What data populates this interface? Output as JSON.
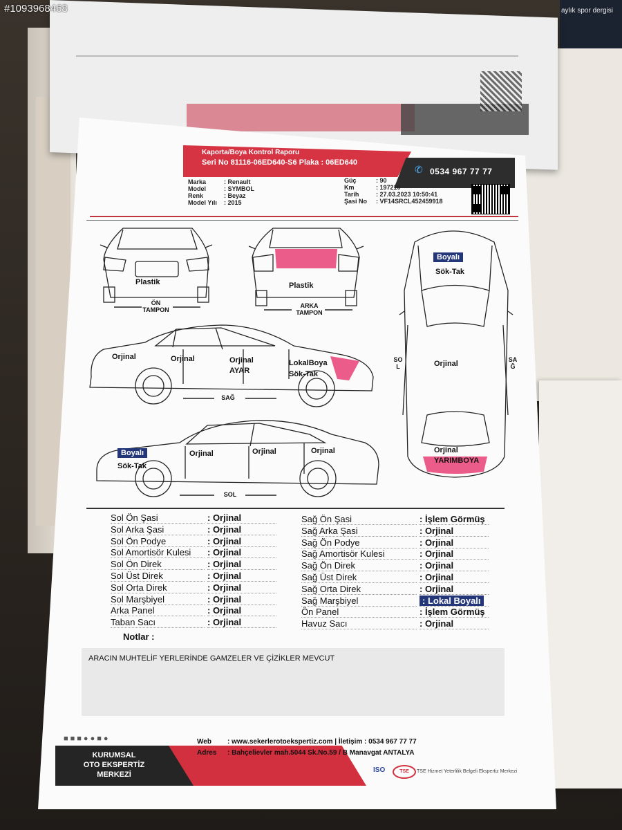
{
  "photo_id": "#1093968468",
  "magazine_corner": "aylık spor dergisi",
  "report": {
    "title": "Kaporta/Boya Kontrol Raporu",
    "serial": "Seri No 81116-06ED640-S6 Plaka : 06ED640",
    "phone": "0534 967 77 77",
    "marka_label": "Marka",
    "marka": ": Renault",
    "model_label": "Model",
    "model": ": SYMBOL",
    "renk_label": "Renk",
    "renk": ": Beyaz",
    "yil_label": "Model Yılı",
    "yil": ": 2015",
    "guc_label": "Güç",
    "guc": ": 90",
    "km_label": "Km",
    "km": ": 197210",
    "tarih_label": "Tarih",
    "tarih": ": 27.03.2023 10:50:41",
    "sasi_label": "Şasi No",
    "sasi": ": VF14SRCL452459918"
  },
  "diagram": {
    "front_label": "Plastik",
    "front_section": "ÖN\nTAMPON",
    "rear_label": "Plastik",
    "rear_section": "ARKA\nTAMPON",
    "top_badge": "Boyalı",
    "top_sub": "Sök-Tak",
    "top_center": "Orjinal",
    "top_bottom_1": "Orjinal",
    "top_bottom_2": "YARIMBOYA",
    "sol_side": "SOL",
    "sag_side": "SAĞ",
    "right_side": {
      "p1": "Orjinal",
      "p2": "Orjinal",
      "p3a": "Orjinal",
      "p3b": "AYAR",
      "p4a": "LokalBoya",
      "p4b": "Sök-Tak",
      "section": "SAĞ"
    },
    "left_side": {
      "badge": "Boyalı",
      "sub": "Sök-Tak",
      "p2": "Orjinal",
      "p3": "Orjinal",
      "p4": "Orjinal",
      "section": "SOL"
    },
    "accent_paint": "#e8356e",
    "badge_color": "#23367a"
  },
  "table_left": [
    {
      "part": "Sol Ön Şasi",
      "status": ": Orjinal"
    },
    {
      "part": "Sol Arka Şasi",
      "status": ": Orjinal"
    },
    {
      "part": "Sol Ön Podye",
      "status": ": Orjinal"
    },
    {
      "part": "Sol Amortisör Kulesi",
      "status": ": Orjinal"
    },
    {
      "part": "Sol Ön Direk",
      "status": ": Orjinal"
    },
    {
      "part": "Sol Üst Direk",
      "status": ": Orjinal"
    },
    {
      "part": "Sol Orta Direk",
      "status": ": Orjinal"
    },
    {
      "part": "Sol Marşbiyel",
      "status": ": Orjinal"
    },
    {
      "part": "Arka Panel",
      "status": ": Orjinal"
    },
    {
      "part": "Taban Sacı",
      "status": ": Orjinal"
    }
  ],
  "table_right": [
    {
      "part": "Sağ Ön Şasi",
      "status": ": İşlem Görmüş"
    },
    {
      "part": "Sağ Arka Şasi",
      "status": ": Orjinal"
    },
    {
      "part": "Sağ Ön Podye",
      "status": ": Orjinal"
    },
    {
      "part": "Sağ Amortisör Kulesi",
      "status": ": Orjinal"
    },
    {
      "part": "Sağ Ön Direk",
      "status": ": Orjinal"
    },
    {
      "part": "Sağ Üst Direk",
      "status": ": Orjinal"
    },
    {
      "part": "Sağ Orta Direk",
      "status": ": Orjinal"
    },
    {
      "part": "Sağ Marşbiyel",
      "status": ": Lokal Boyalı"
    },
    {
      "part": "Ön Panel",
      "status": ": İşlem Görmüş"
    },
    {
      "part": "Havuz Sacı",
      "status": ": Orjinal"
    }
  ],
  "notes": {
    "label": "Notlar :",
    "text": "ARACIN MUHTELİF YERLERİNDE GAMZELER VE ÇİZİKLER MEVCUT"
  },
  "footer": {
    "company": "KURUMSAL\nOTO EKSPERTİZ\nMERKEZİ",
    "web_label": "Web",
    "web": ":  www.sekerlerotoekspertiz.com |  İletişim : 0534 967 77 77",
    "adres_label": "Adres",
    "adres": ":  Bahçelievler mah.5044 Sk.No.59 / B Manavgat ANTALYA",
    "iso": "ISO",
    "tse": "TSE",
    "tse_text": "TSE Hizmet Yeterlilik Belgeli Ekspertiz Merkezi"
  }
}
